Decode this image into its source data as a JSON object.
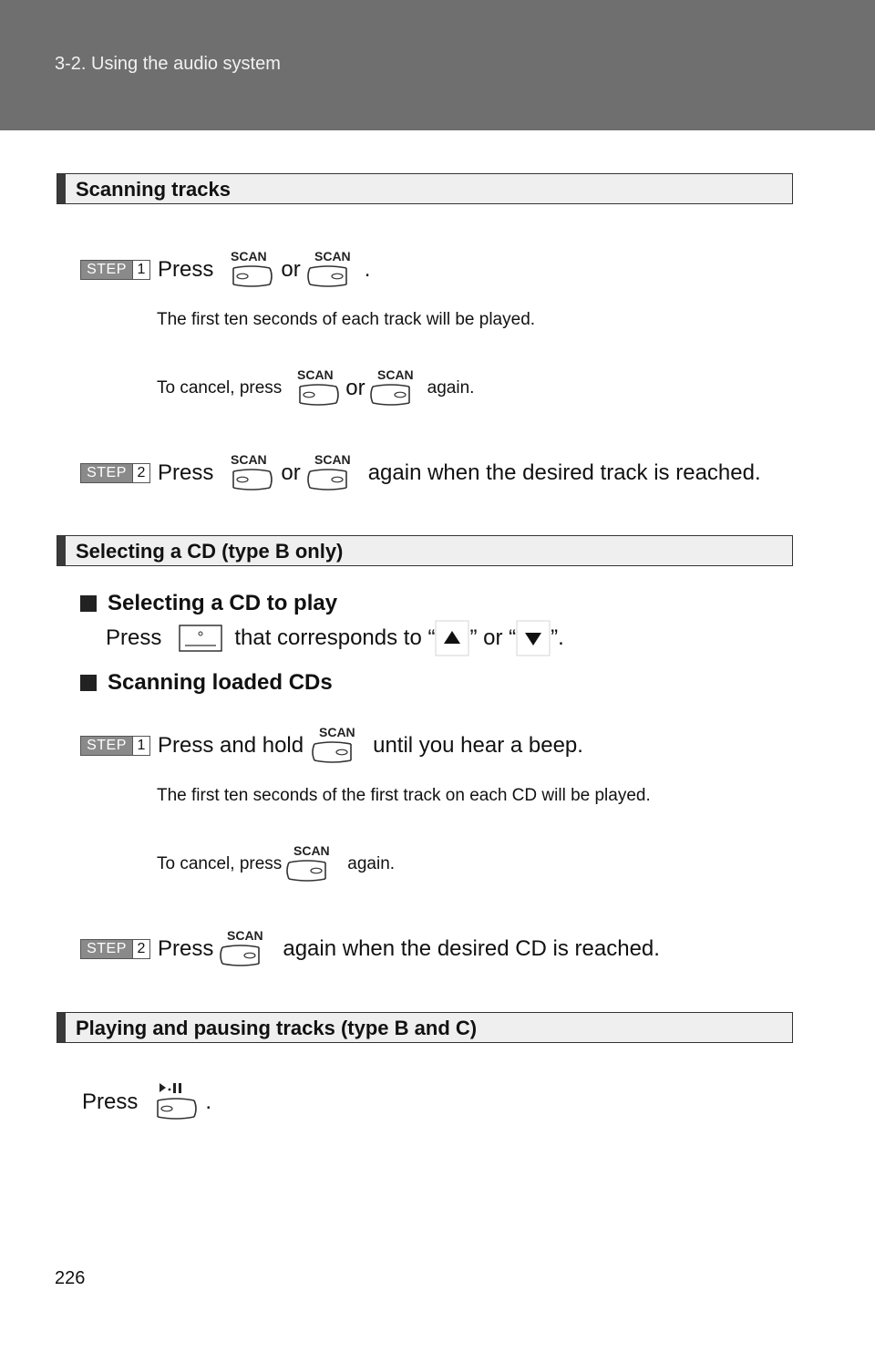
{
  "header": {
    "section": "3-2. Using the audio system"
  },
  "page_number": "226",
  "scan_label": "SCAN",
  "step_label": "STEP",
  "s1": {
    "title": "Scanning tracks",
    "step1": {
      "num": "1",
      "press": "Press",
      "or": "or",
      "end": ".",
      "note1": "The first ten seconds of each track will be played.",
      "note2_a": "To cancel, press",
      "note2_or": "or",
      "note2_b": "again."
    },
    "step2": {
      "num": "2",
      "press": "Press",
      "or": "or",
      "end": "again when the desired track is reached."
    }
  },
  "s2": {
    "title": "Selecting a CD (type B only)",
    "sub1": "Selecting a CD to play",
    "sub1_text_a": "Press",
    "sub1_text_b": "that corresponds to “",
    "sub1_text_c": "” or “",
    "sub1_text_d": "”.",
    "sub2": "Scanning loaded CDs",
    "step1": {
      "num": "1",
      "press": "Press and hold",
      "end": "until you hear a beep.",
      "note1": "The first ten seconds of the first track on each CD will be played.",
      "note2_a": "To cancel, press",
      "note2_b": "again."
    },
    "step2": {
      "num": "2",
      "press": "Press",
      "end": "again when the desired CD is reached."
    }
  },
  "s3": {
    "title": "Playing and pausing tracks (type B and C)",
    "press": "Press",
    "end": "."
  }
}
